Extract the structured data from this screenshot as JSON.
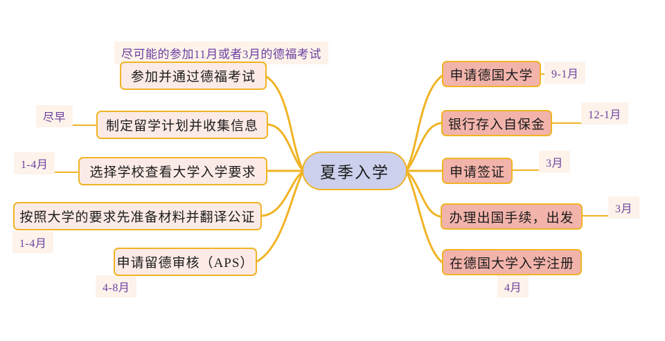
{
  "diagram": {
    "title": "夏季入学",
    "center": {
      "label": "夏季入学",
      "fill": "#ccd0ec",
      "border": "#f0b323"
    },
    "colors": {
      "branch_line": "#f0b323",
      "left_node_fill": "#fbeae6",
      "right_node_fill": "#f2b3ab",
      "note_fill": "#fdf3ea",
      "note_text": "#6b3fa0",
      "node_text": "#1b1b1b",
      "background": "#ffffff"
    },
    "left_branches": [
      {
        "id": "toefl-exam",
        "label": "参加并通过德福考试",
        "note": "尽可能的参加11月或者3月的德福考试",
        "note_position": "above"
      },
      {
        "id": "study-plan",
        "label": "制定留学计划并收集信息",
        "note": "尽早",
        "note_position": "left"
      },
      {
        "id": "select-school",
        "label": "选择学校查看大学入学要求",
        "note": "1-4月",
        "note_position": "left"
      },
      {
        "id": "prepare-materials",
        "label": "按照大学的要求先准备材料并翻译公证",
        "note": "1-4月",
        "note_position": "below-left"
      },
      {
        "id": "aps-review",
        "label": "申请留德审核（APS）",
        "note": "4-8月",
        "note_position": "below-left"
      }
    ],
    "right_branches": [
      {
        "id": "apply-university",
        "label": "申请德国大学",
        "note": "9-1月",
        "note_position": "right"
      },
      {
        "id": "bank-deposit",
        "label": "银行存入自保金",
        "note": "12-1月",
        "note_position": "right-above"
      },
      {
        "id": "apply-visa",
        "label": "申请签证",
        "note": "3月",
        "note_position": "right-above"
      },
      {
        "id": "exit-procedures",
        "label": "办理出国手续，出发",
        "note": "3月",
        "note_position": "right-above"
      },
      {
        "id": "enrollment",
        "label": "在德国大学入学注册",
        "note": "4月",
        "note_position": "below"
      }
    ]
  }
}
